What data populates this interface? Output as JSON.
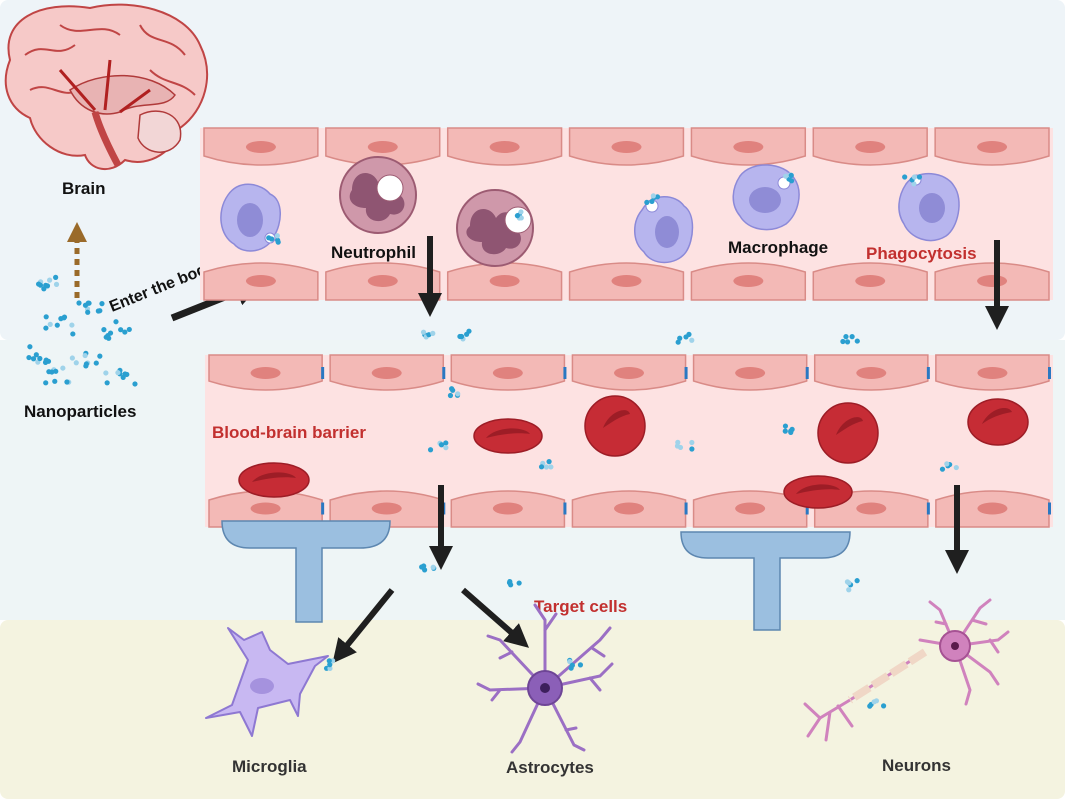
{
  "labels": {
    "brain": "Brain",
    "enter_body": "Enter the body",
    "nanoparticles": "Nanoparticles",
    "neutrophil": "Neutrophil",
    "macrophage": "Macrophage",
    "phagocytosis": "Phagocytosis",
    "bbb": "Blood-brain barrier",
    "target_cells": "Target cells",
    "microglia": "Microglia",
    "astrocytes": "Astrocytes",
    "neurons": "Neurons"
  },
  "colors": {
    "top_band": "#eef4f8",
    "mid_band": "#eef5f6",
    "bottom_band": "#f4f3e0",
    "vessel_fill": "#fde2e2",
    "endothelial": "#f3b9b6",
    "endothelial_stroke": "#d98b87",
    "nucleus": "#e0827e",
    "rbc": "#c62c35",
    "rbc_dark": "#9d1d26",
    "macrophage": "#b7b5ee",
    "neutrophil": "#c9879c",
    "astrocyte": "#9b6fc4",
    "microglia": "#c8b8f2",
    "neuron": "#d082bd",
    "glia_foot": "#9bbfe0",
    "particle": "#2a9fd0",
    "arrow": "#1f1f1f",
    "dashed_arrow": "#9a6a2a",
    "red_label": "#c2302f"
  }
}
